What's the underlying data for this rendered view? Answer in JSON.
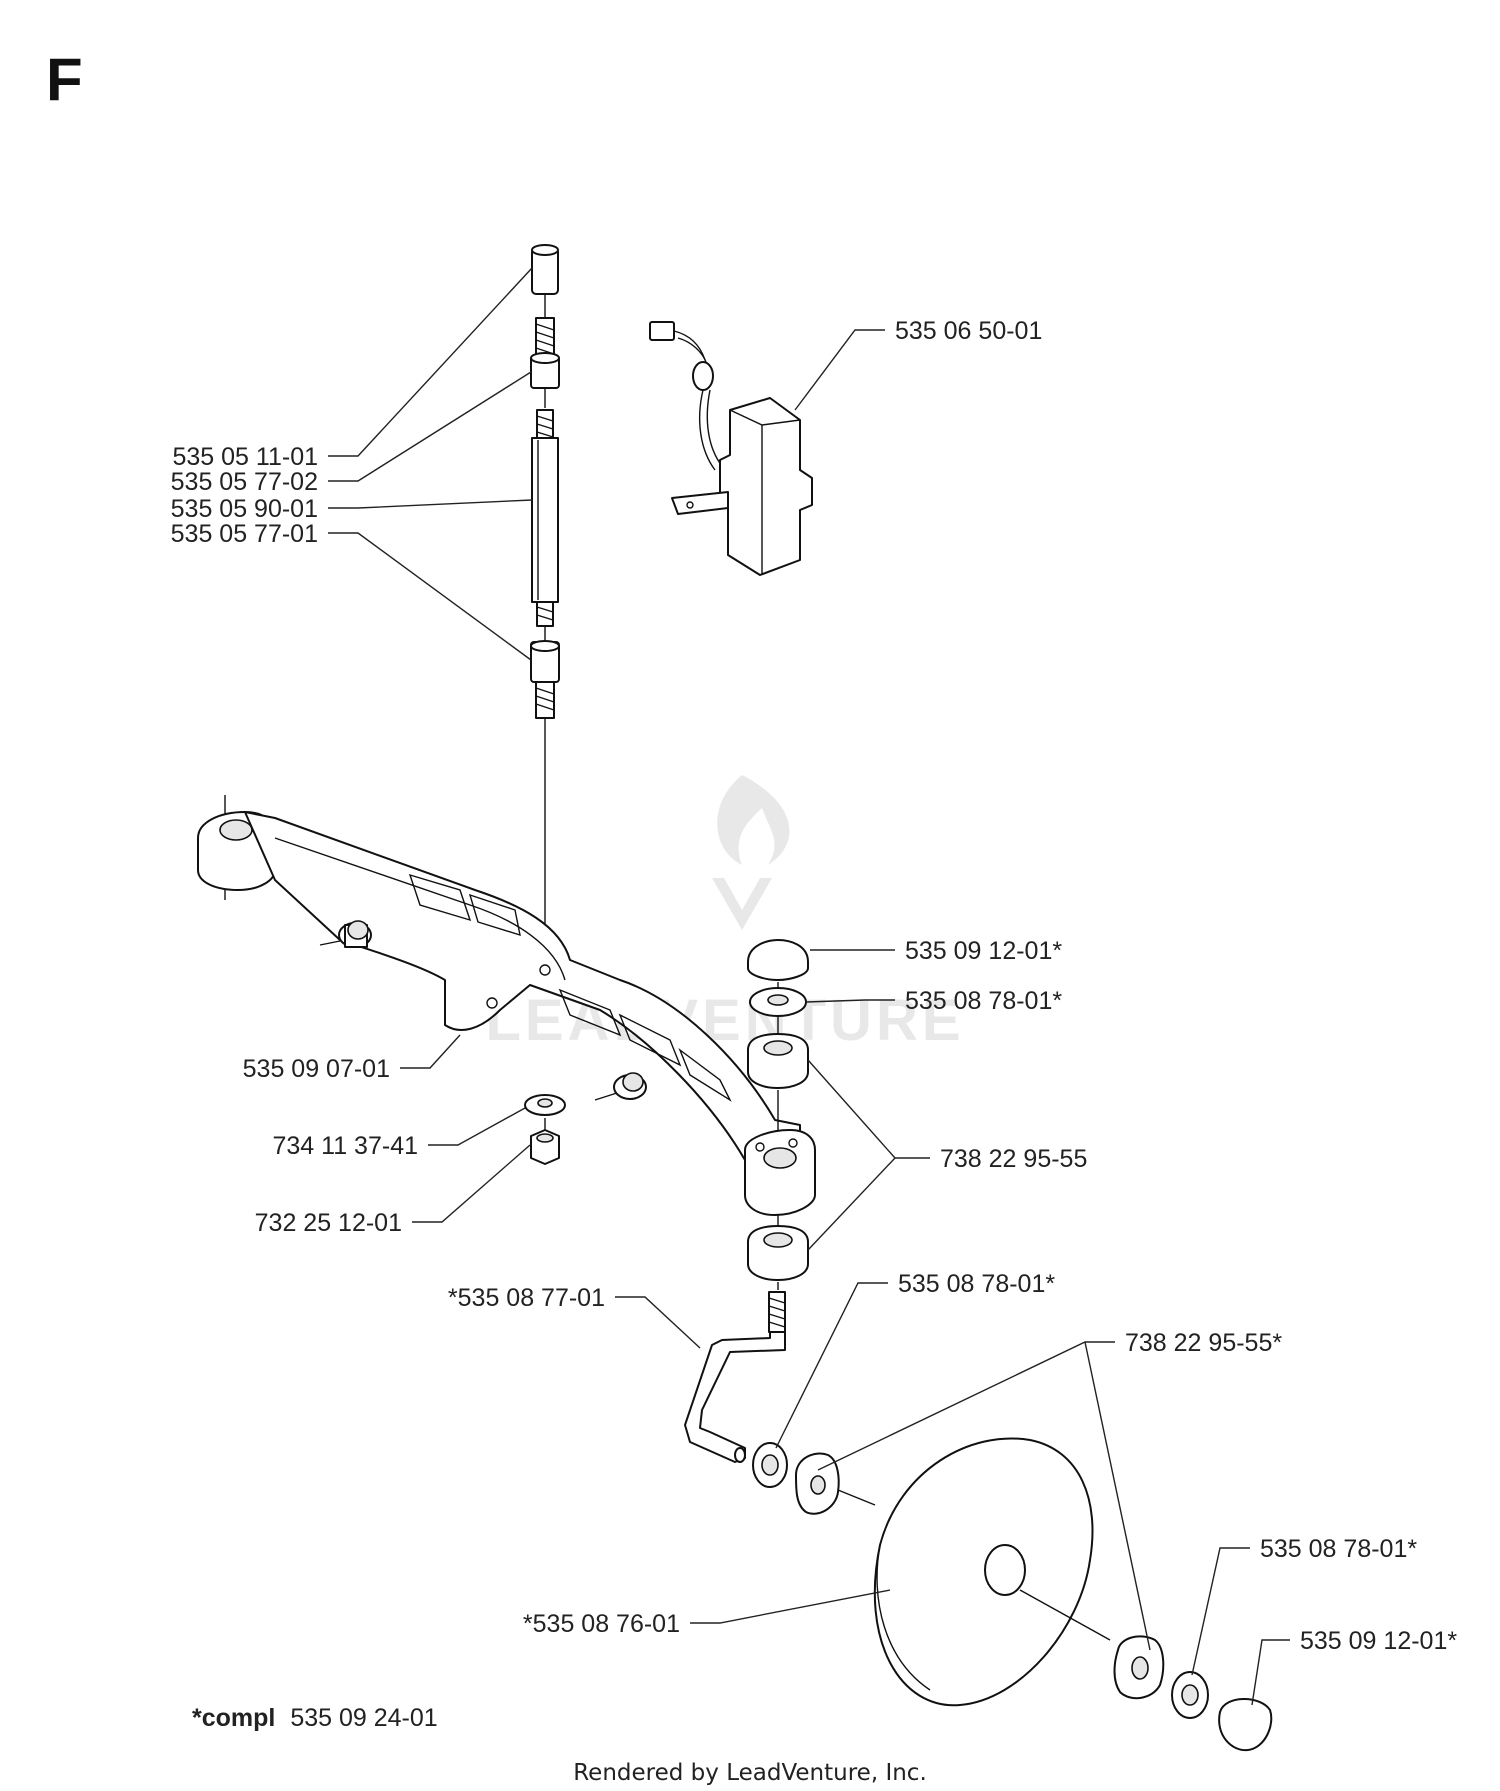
{
  "section_letter": "F",
  "labels": {
    "l01": "535 05 11-01",
    "l02": "535 05 77-02",
    "l03": "535 05 90-01",
    "l04": "535 05 77-01",
    "l05": "535 06 50-01",
    "l06": "535 09 12-01*",
    "l07": "535 08 78-01*",
    "l08": "535 09 07-01",
    "l09": "734 11 37-41",
    "l10": "738 22 95-55",
    "l11": "732 25 12-01",
    "l12": "*535 08 77-01",
    "l13": "535 08 78-01*",
    "l14": "738 22 95-55*",
    "l15": "535 08 78-01*",
    "l16": "*535 08 76-01",
    "l17": "535 09 12-01*"
  },
  "footnote": {
    "prefix": "*compl",
    "part": "535 09 24-01"
  },
  "watermark": "LEADVENTURE",
  "credit": "Rendered by LeadVenture, Inc."
}
